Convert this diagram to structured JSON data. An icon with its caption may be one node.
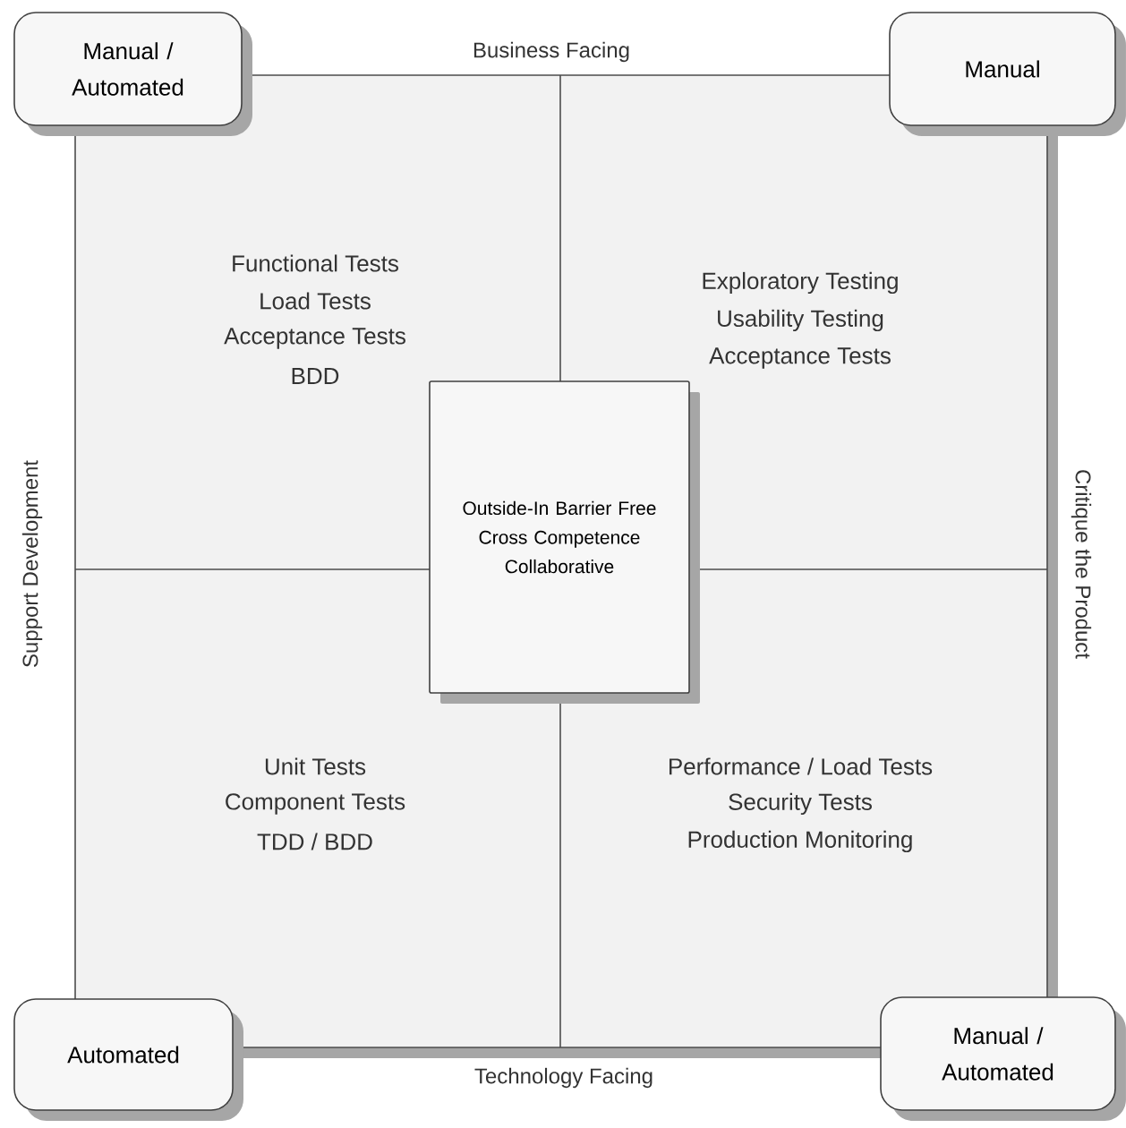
{
  "diagram": {
    "nodes": [
      {
        "text": [
          "Manual / Automated"
        ]
      },
      {
        "text": [
          "Manual"
        ]
      },
      {
        "text": [
          "Outside-In Barrier Free Cross Competence Collaborative"
        ]
      },
      {
        "text": [
          "Automated"
        ]
      },
      {
        "text": [
          "Manual / Automated"
        ]
      }
    ],
    "labels": [
      "Business Facing",
      "Functional Tests",
      "Load Tests",
      "Acceptance Tests",
      "BDD",
      "Exploratory Testing",
      "Usability Testing",
      "Acceptance Tests",
      "Support Development",
      "Critique the Product",
      "Unit Tests",
      "Component Tests",
      "TDD / BDD",
      "Performance / Load Tests",
      "Security Tests",
      "Production Monitoring",
      "Technology Facing"
    ]
  }
}
